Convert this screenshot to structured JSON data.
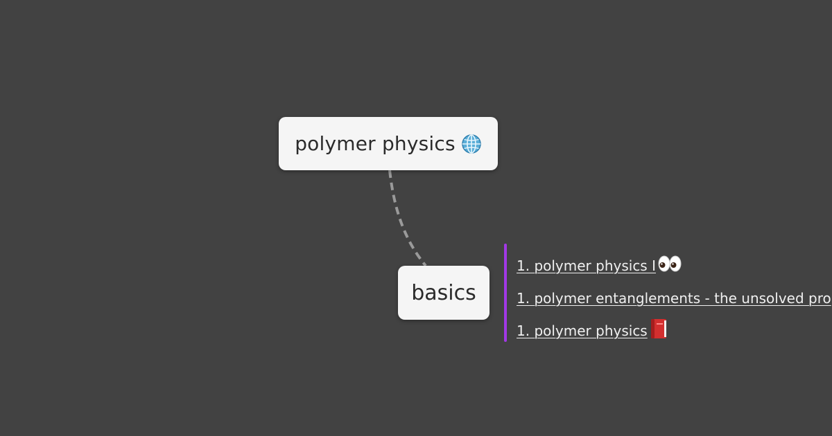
{
  "root": {
    "label": "polymer physics",
    "icon": "globe-icon"
  },
  "child": {
    "label": "basics"
  },
  "links": [
    {
      "text": "1. polymer physics I",
      "icon": "eyes-icon"
    },
    {
      "text": "1. polymer entanglements - the unsolved pro",
      "icon": ""
    },
    {
      "text": "1. polymer physics ",
      "icon": "red-book-icon"
    }
  ],
  "colors": {
    "background": "#424242",
    "node_fill": "#f5f5f5",
    "connector": "#9a9a9a",
    "bracket": "#a238e6",
    "link_text": "#f0f0f0"
  }
}
